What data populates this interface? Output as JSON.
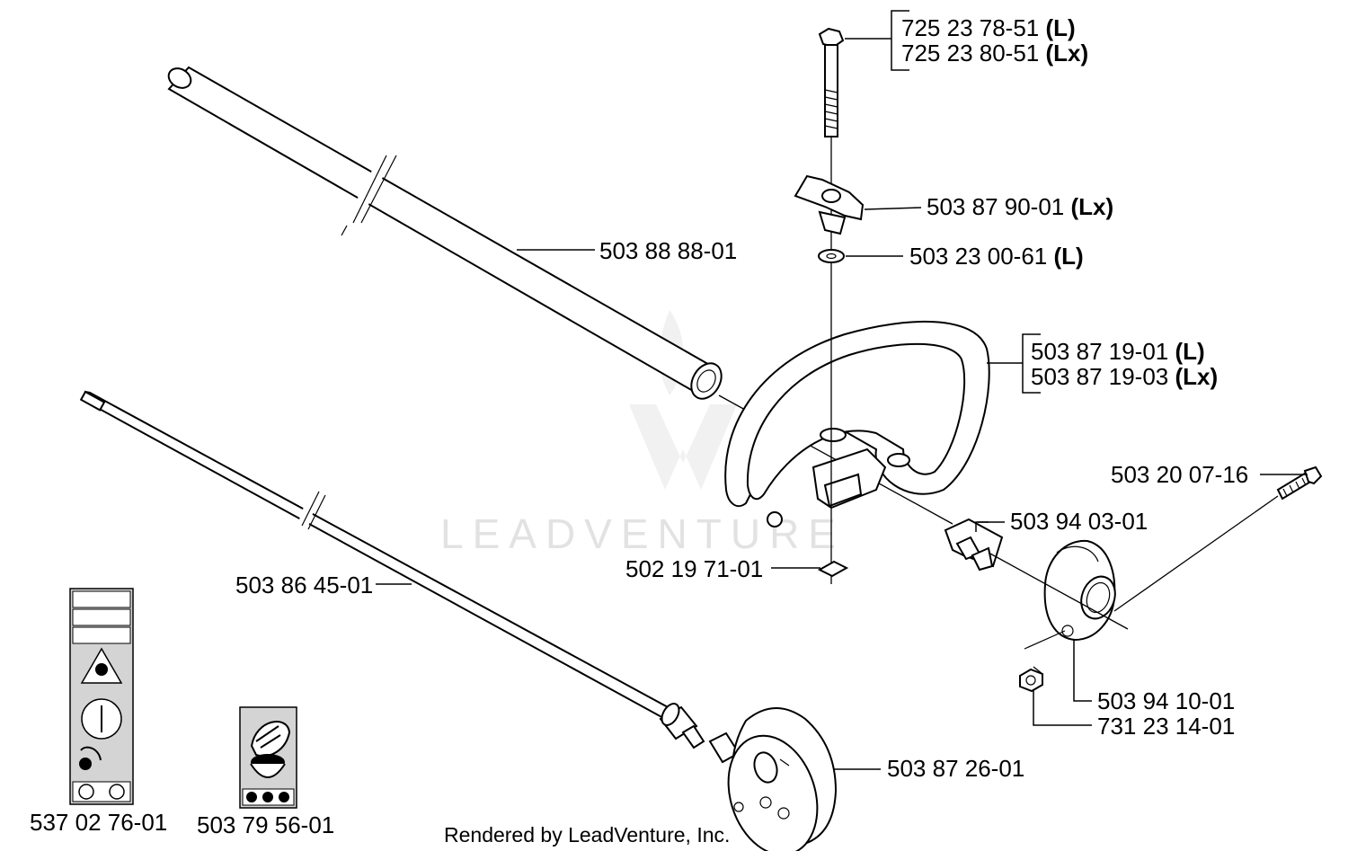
{
  "watermark": "LEADVENTURE",
  "credit": "Rendered by LeadVenture, Inc.",
  "parts": {
    "bolt_l": {
      "num": "725 23 78-51",
      "suffix": "(L)"
    },
    "bolt_lx": {
      "num": "725 23 80-51",
      "suffix": "(Lx)"
    },
    "knob": {
      "num": "503 87 90-01",
      "suffix": "(Lx)"
    },
    "washer": {
      "num": "503 23 00-61",
      "suffix": "(L)"
    },
    "tube": {
      "num": "503 88 88-01"
    },
    "handle_l": {
      "num": "503 87 19-01",
      "suffix": "(L)"
    },
    "handle_lx": {
      "num": "503 87 19-03",
      "suffix": "(Lx)"
    },
    "screw": {
      "num": "503 20 07-16"
    },
    "clamp_block": {
      "num": "503 94 03-01"
    },
    "nut_square": {
      "num": "502 19 71-01"
    },
    "drive_shaft": {
      "num": "503 86 45-01"
    },
    "bracket": {
      "num": "503 94 10-01"
    },
    "hex_nut": {
      "num": "731 23 14-01"
    },
    "clutch_drum": {
      "num": "503 87 26-01"
    },
    "decal_1": {
      "num": "537 02 76-01"
    },
    "decal_2": {
      "num": "503 79 56-01"
    }
  },
  "icons": {
    "decal_1": "warning-decal-icon",
    "decal_2": "trimmer-decal-icon"
  }
}
